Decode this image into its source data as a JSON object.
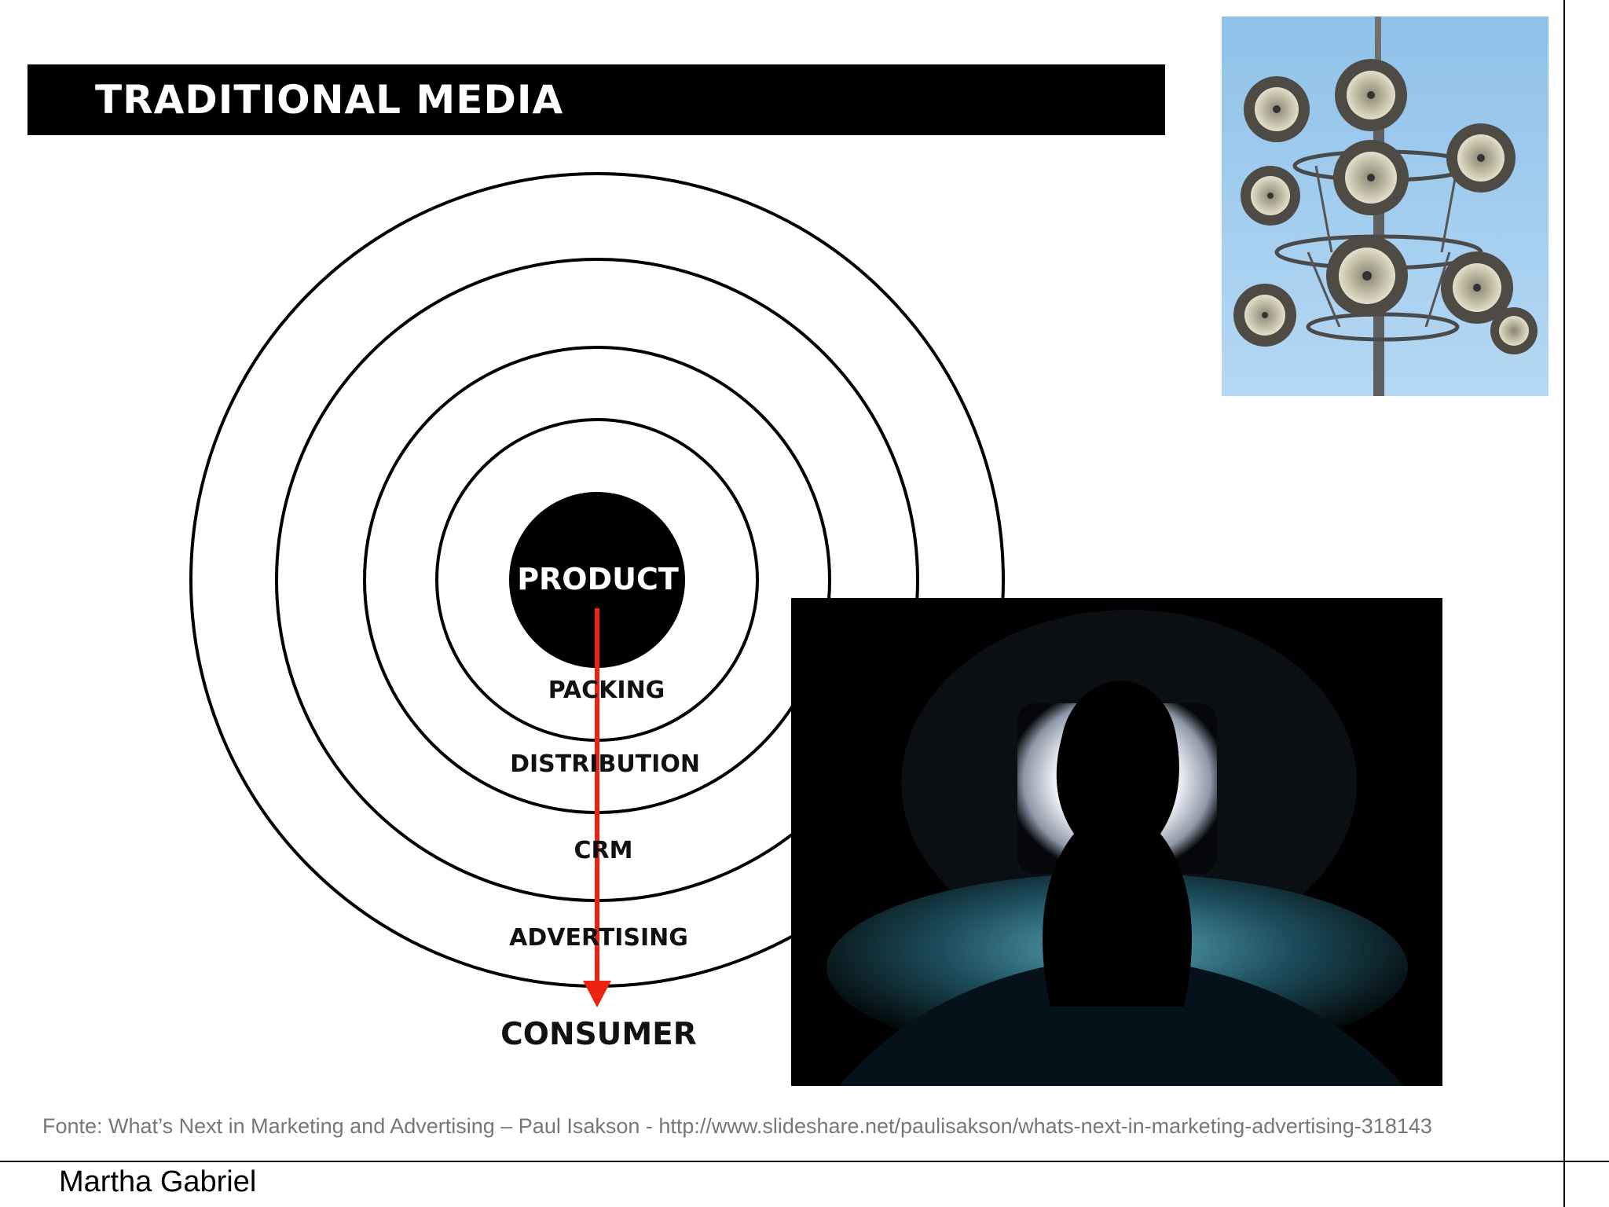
{
  "slide": {
    "title": "TRADITIONAL MEDIA",
    "source": "Fonte: What’s Next in Marketing and Advertising – Paul Isakson - http://www.slideshare.net/paulisakson/whats-next-in-marketing-advertising-318143",
    "author": "Martha Gabriel"
  },
  "diagram": {
    "center_label": "PRODUCT",
    "ring_labels": [
      "PACKING",
      "DISTRIBUTION",
      "CRM",
      "ADVERTISING"
    ],
    "target_label": "CONSUMER",
    "arrow_color": "#ee2211"
  },
  "images": {
    "loudspeakers": "loudspeaker-tower-photo",
    "tv_viewer": "child-watching-tv-silhouette-photo"
  }
}
